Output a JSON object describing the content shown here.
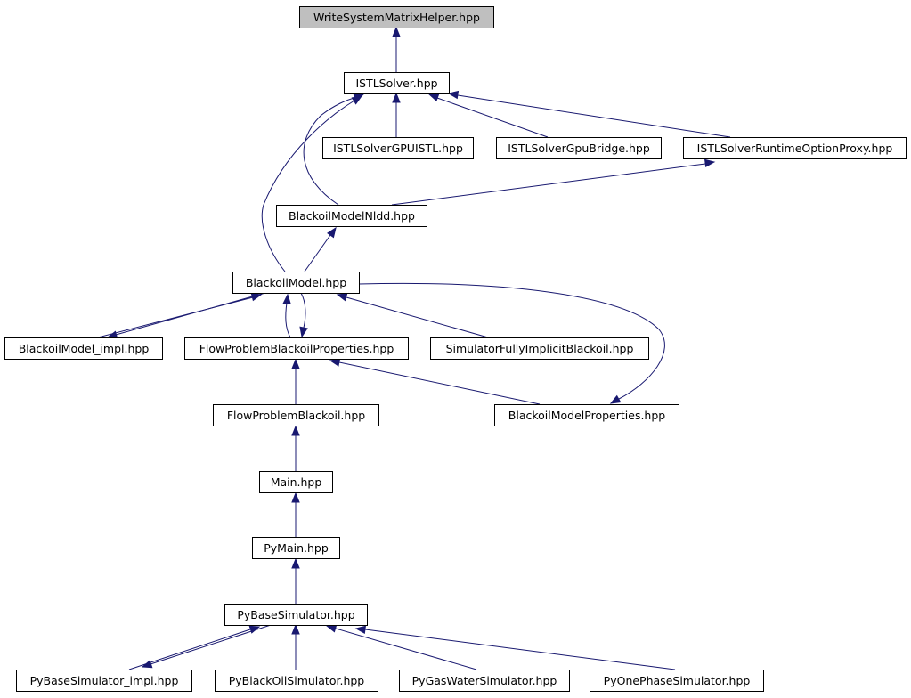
{
  "diagram": {
    "nodes": [
      {
        "id": "wsmh",
        "label": "WriteSystemMatrixHelper.hpp",
        "highlight": true
      },
      {
        "id": "istl",
        "label": "ISTLSolver.hpp"
      },
      {
        "id": "gpuistl",
        "label": "ISTLSolverGPUISTL.hpp"
      },
      {
        "id": "gpubridge",
        "label": "ISTLSolverGpuBridge.hpp"
      },
      {
        "id": "runtime",
        "label": "ISTLSolverRuntimeOptionProxy.hpp"
      },
      {
        "id": "nldd",
        "label": "BlackoilModelNldd.hpp"
      },
      {
        "id": "bm",
        "label": "BlackoilModel.hpp"
      },
      {
        "id": "bmimpl",
        "label": "BlackoilModel_impl.hpp"
      },
      {
        "id": "fpbp",
        "label": "FlowProblemBlackoilProperties.hpp"
      },
      {
        "id": "sfib",
        "label": "SimulatorFullyImplicitBlackoil.hpp"
      },
      {
        "id": "fpb",
        "label": "FlowProblemBlackoil.hpp"
      },
      {
        "id": "bmp",
        "label": "BlackoilModelProperties.hpp"
      },
      {
        "id": "main",
        "label": "Main.hpp"
      },
      {
        "id": "pymain",
        "label": "PyMain.hpp"
      },
      {
        "id": "pybase",
        "label": "PyBaseSimulator.hpp"
      },
      {
        "id": "pybaseimpl",
        "label": "PyBaseSimulator_impl.hpp"
      },
      {
        "id": "pyblackoil",
        "label": "PyBlackOilSimulator.hpp"
      },
      {
        "id": "pygaswater",
        "label": "PyGasWaterSimulator.hpp"
      },
      {
        "id": "pyonephase",
        "label": "PyOnePhaseSimulator.hpp"
      }
    ],
    "edges": [
      {
        "from": "istl",
        "to": "wsmh"
      },
      {
        "from": "gpuistl",
        "to": "istl"
      },
      {
        "from": "gpubridge",
        "to": "istl"
      },
      {
        "from": "runtime",
        "to": "istl"
      },
      {
        "from": "nldd",
        "to": "istl"
      },
      {
        "from": "bm",
        "to": "istl"
      },
      {
        "from": "nldd",
        "to": "runtime"
      },
      {
        "from": "bm",
        "to": "nldd"
      },
      {
        "from": "bmimpl",
        "to": "bm"
      },
      {
        "from": "bm",
        "to": "bmimpl"
      },
      {
        "from": "fpbp",
        "to": "bm"
      },
      {
        "from": "bm",
        "to": "fpbp"
      },
      {
        "from": "sfib",
        "to": "bm"
      },
      {
        "from": "bm",
        "to": "bmp"
      },
      {
        "from": "fpb",
        "to": "fpbp"
      },
      {
        "from": "bmp",
        "to": "fpbp"
      },
      {
        "from": "main",
        "to": "fpb"
      },
      {
        "from": "pymain",
        "to": "main"
      },
      {
        "from": "pybase",
        "to": "pymain"
      },
      {
        "from": "pybaseimpl",
        "to": "pybase"
      },
      {
        "from": "pybase",
        "to": "pybaseimpl"
      },
      {
        "from": "pyblackoil",
        "to": "pybase"
      },
      {
        "from": "pygaswater",
        "to": "pybase"
      },
      {
        "from": "pyonephase",
        "to": "pybase"
      }
    ],
    "colors": {
      "edge": "#191970",
      "node_border": "#000000",
      "node_fill": "#ffffff",
      "highlight_fill": "#bfbfbf"
    }
  }
}
